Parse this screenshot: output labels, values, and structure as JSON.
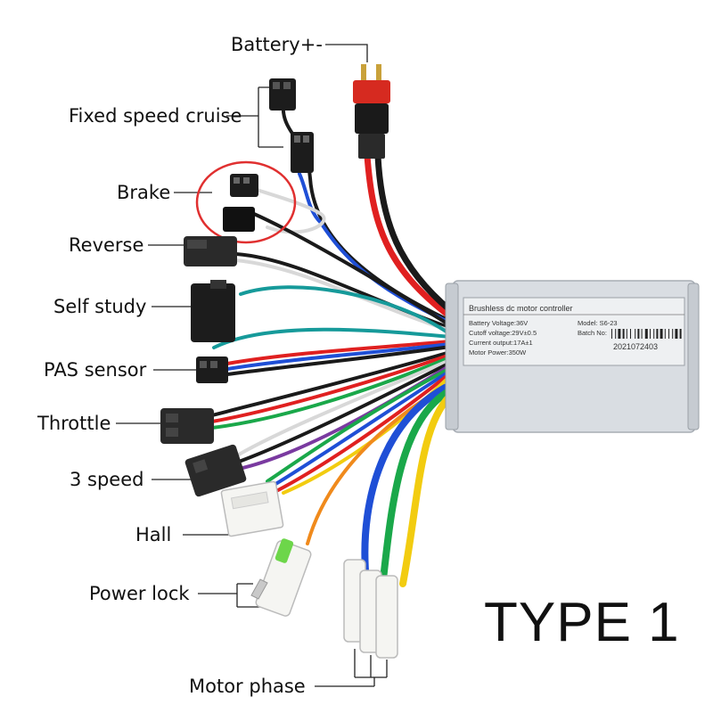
{
  "labels": {
    "battery": "Battery+-",
    "cruise": "Fixed speed cruise",
    "brake": "Brake",
    "reverse": "Reverse",
    "self_study": "Self study",
    "pas": "PAS sensor",
    "throttle": "Throttle",
    "three_speed": "3 speed",
    "hall": "Hall",
    "power_lock": "Power lock",
    "motor_phase": "Motor phase"
  },
  "type_label": "TYPE 1",
  "controller": {
    "title": "Brushless dc motor controller",
    "battery_voltage": "Battery Voltage:36V",
    "cutoff_voltage": "Cutoff voltage:29V±0.5",
    "current_output": "Current output:17A±1",
    "motor_power": "Motor Power:350W",
    "model": "Model: S6-23",
    "batch_label": "Batch No:",
    "batch_number": "2021072403"
  },
  "colors": {
    "brake_circle": "#e03030",
    "wire_red": "#e02020",
    "wire_black": "#1a1a1a",
    "wire_blue": "#1f4fd6",
    "wire_teal": "#169a9a",
    "wire_green": "#1aa84a",
    "wire_yellow": "#f2cc10",
    "wire_orange": "#f08a1c",
    "housing": "#d9dde2"
  }
}
